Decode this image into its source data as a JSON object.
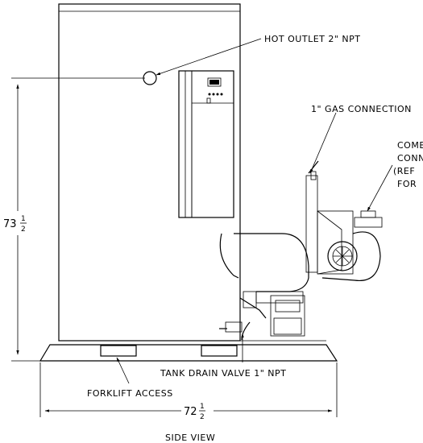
{
  "labels": {
    "hot_outlet": "HOT OUTLET 2\" NPT",
    "gas_connection": "1\" GAS CONNECTION",
    "combustion_line1": "COMB",
    "combustion_line2": "CONN",
    "combustion_line3": "(REF",
    "combustion_line4": "FOR",
    "tank_drain": "TANK DRAIN VALVE 1\" NPT",
    "forklift": "FORKLIFT ACCESS",
    "view_title": "SIDE VIEW"
  },
  "dimensions": {
    "height_whole": "73",
    "height_num": "1",
    "height_den": "2",
    "width_whole": "72",
    "width_num": "1",
    "width_den": "2"
  }
}
